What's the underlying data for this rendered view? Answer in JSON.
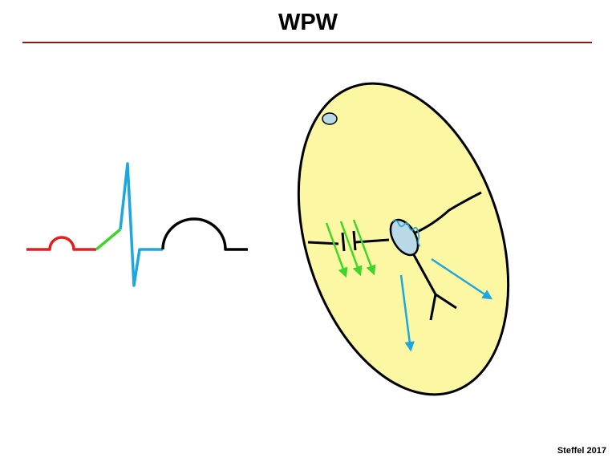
{
  "title": "WPW",
  "credit": "Steffel 2017",
  "colors": {
    "title_rule": "#8b1a1a",
    "p_wave": "#e41e1e",
    "delta_wave": "#3ed62b",
    "qrs": "#1ba7e0",
    "t_wave": "#000000",
    "heart_fill": "#fbf7a2",
    "outline": "#000000",
    "node_fill": "#b9d9e8",
    "accessory_arrows": "#3ed62b",
    "normal_conduction_arrows": "#1ba7e0"
  },
  "ecg_segments": [
    "p-wave",
    "delta-wave",
    "qrs-complex",
    "t-wave"
  ],
  "heart_parts": [
    "sinus-node",
    "av-node",
    "av-valve-plane",
    "septum",
    "accessory-pathway",
    "his-bundle",
    "bundle-branches"
  ]
}
